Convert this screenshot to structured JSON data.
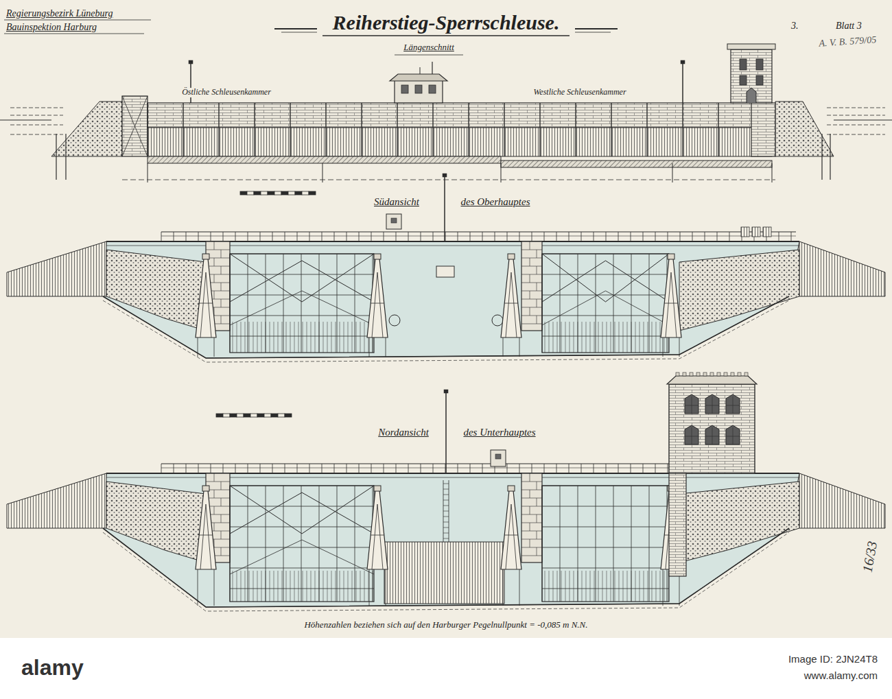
{
  "diagram": {
    "title": "Reiherstieg-Sperrschleuse.",
    "caption": "Höhenzahlen beziehen sich auf den Harburger Pegelnullpunkt = -0,085 m N.N.",
    "labels": [
      "Regierungsbezirk Lüneburg",
      "Bauinspektion Harburg",
      "3.",
      "Blatt 3",
      "A. V. B. 579/05",
      "Längenschnitt",
      "Östliche Schleusenkammer",
      "Westliche Schleusenkammer",
      "Südansicht",
      "des Oberhauptes",
      "Nordansicht",
      "des Unterhauptes",
      "16/33",
      "alamy",
      "Image ID: 2JN24T8",
      "www.alamy.com"
    ]
  }
}
